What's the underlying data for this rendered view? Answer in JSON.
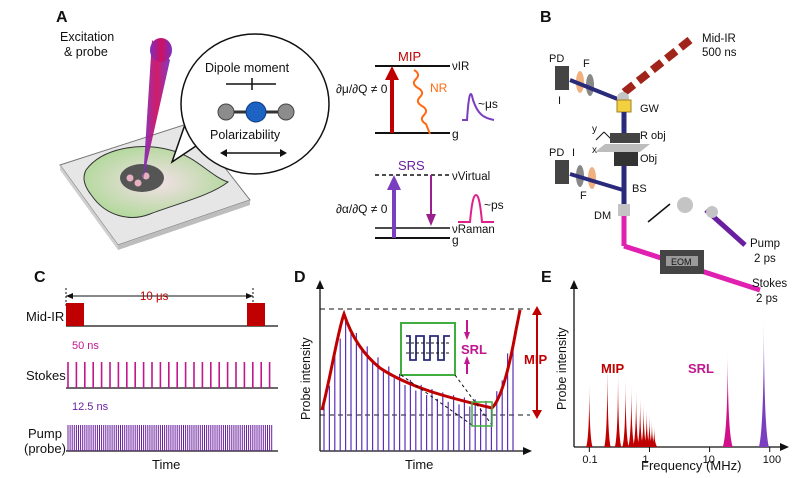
{
  "colors": {
    "red": "#c00000",
    "magenta": "#c0168e",
    "purple": "#7a3fbf",
    "orange": "#ff6a13",
    "green": "#3fae3f"
  },
  "panelA": {
    "letter": "A",
    "excitation": "Excitation",
    "probe": "& probe",
    "dipole": "Dipole moment",
    "polarizability": "Polarizability",
    "mip": "MIP",
    "nr": "NR",
    "v_ir": "νIR",
    "g": "g",
    "us": "~μs",
    "mip_eq": "∂μ/∂Q ≠ 0",
    "srs": "SRS",
    "v_virtual": "νVirtual",
    "v_raman": "νRaman",
    "ps": "~ps",
    "srs_eq": "∂α/∂Q ≠ 0"
  },
  "panelB": {
    "letter": "B",
    "midir": "Mid-IR",
    "midir_dur": "500 ns",
    "pd1": "PD",
    "f1": "F",
    "i1": "I",
    "gw": "GW",
    "y": "y",
    "x": "x",
    "robj": "R obj",
    "obj": "Obj",
    "pd2": "PD",
    "i2": "I",
    "f2": "F",
    "bs": "BS",
    "dm": "DM",
    "eom": "EOM",
    "pump": "Pump",
    "pump_dur": "2 ps",
    "stokes": "Stokes",
    "stokes_dur": "2 ps"
  },
  "panelC": {
    "letter": "C",
    "period": "10 μs",
    "midir": "Mid-IR",
    "stokes_period": "50 ns",
    "stokes": "Stokes",
    "pump_period": "12.5 ns",
    "pump": "Pump",
    "probe": "(probe)",
    "xlabel": "Time"
  },
  "panelD": {
    "letter": "D",
    "ylabel": "Probe intensity",
    "xlabel": "Time",
    "srl": "SRL",
    "mip": "MIP"
  },
  "panelE": {
    "letter": "E",
    "ylabel": "Probe intensity",
    "xlabel": "Frequency (MHz)",
    "mip": "MIP",
    "srl": "SRL",
    "ticks": [
      "0.1",
      "1",
      "10",
      "100"
    ]
  },
  "chart_data": {
    "type": "bar",
    "xscale": "log",
    "xlabel": "Frequency (MHz)",
    "ylabel": "Probe intensity",
    "ticks": [
      0.1,
      1,
      10,
      100
    ],
    "series": [
      {
        "name": "MIP",
        "x": [
          0.1,
          0.2,
          0.3,
          0.4,
          0.5,
          0.6,
          0.7,
          0.8,
          0.9,
          1.0,
          1.1,
          1.2
        ],
        "values": [
          0.42,
          0.55,
          0.5,
          0.45,
          0.41,
          0.37,
          0.33,
          0.29,
          0.25,
          0.21,
          0.17,
          0.13
        ]
      },
      {
        "name": "SRL",
        "x": [
          20
        ],
        "values": [
          0.62
        ]
      },
      {
        "x": [
          80
        ],
        "values": [
          0.82
        ]
      }
    ]
  }
}
